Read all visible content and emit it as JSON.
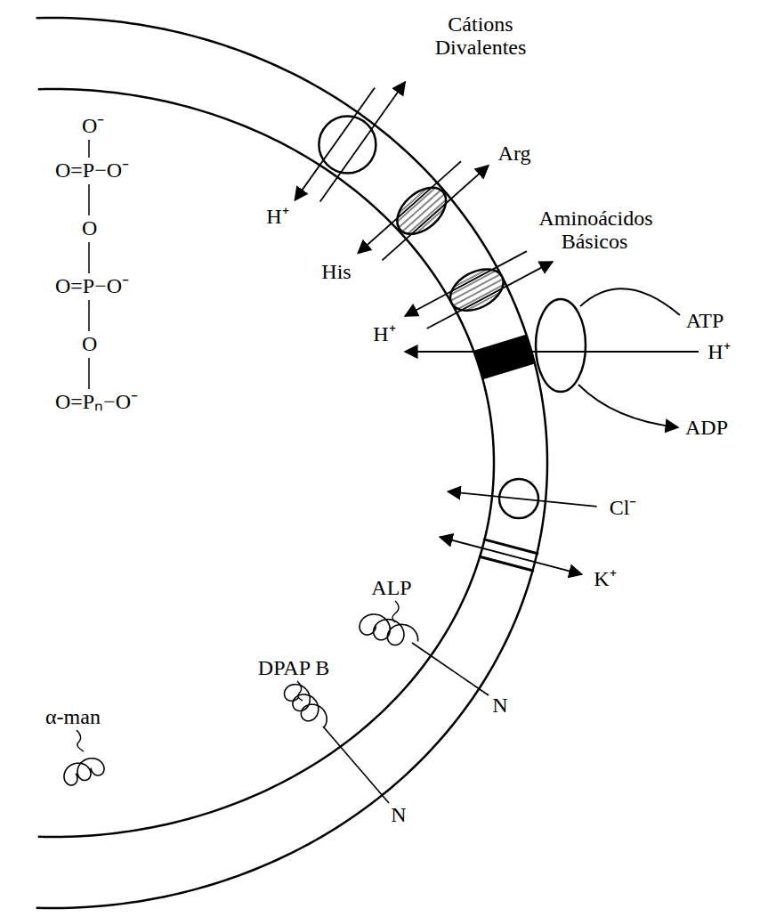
{
  "diagram": {
    "labels": [
      "Cátions Divalentes",
      "H⁺",
      "Arg",
      "His",
      "Aminoácidos Básicos",
      "H⁺",
      "ATP",
      "H⁺",
      "ADP",
      "Cl⁻",
      "K⁺",
      "O⁻",
      "O=P−O⁻",
      "O",
      "O=P−O⁻",
      "O",
      "O=Pₙ−O⁻",
      "ALP",
      "DPAP B",
      "α-man",
      "N",
      "N"
    ]
  }
}
